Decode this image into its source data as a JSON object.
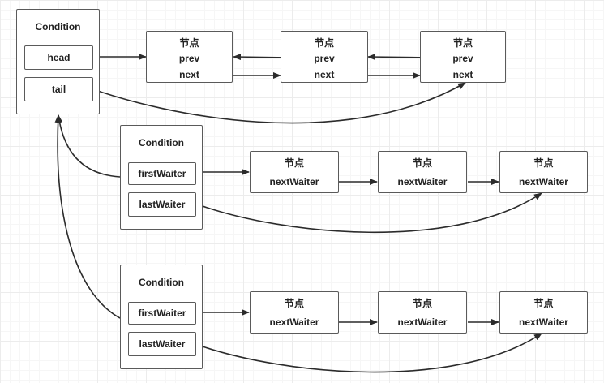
{
  "top": {
    "condition": {
      "title": "Condition",
      "head": "head",
      "tail": "tail"
    },
    "nodes": [
      {
        "title": "节点",
        "prev": "prev",
        "next": "next"
      },
      {
        "title": "节点",
        "prev": "prev",
        "next": "next"
      },
      {
        "title": "节点",
        "prev": "prev",
        "next": "next"
      }
    ]
  },
  "conditions": [
    {
      "title": "Condition",
      "first": "firstWaiter",
      "last": "lastWaiter",
      "nodes": [
        {
          "title": "节点",
          "field": "nextWaiter"
        },
        {
          "title": "节点",
          "field": "nextWaiter"
        },
        {
          "title": "节点",
          "field": "nextWaiter"
        }
      ]
    },
    {
      "title": "Condition",
      "first": "firstWaiter",
      "last": "lastWaiter",
      "nodes": [
        {
          "title": "节点",
          "field": "nextWaiter"
        },
        {
          "title": "节点",
          "field": "nextWaiter"
        },
        {
          "title": "节点",
          "field": "nextWaiter"
        }
      ]
    }
  ],
  "colors": {
    "line": "#2b2b2b",
    "border": "#5a5a5a",
    "grid": "#ececec"
  }
}
